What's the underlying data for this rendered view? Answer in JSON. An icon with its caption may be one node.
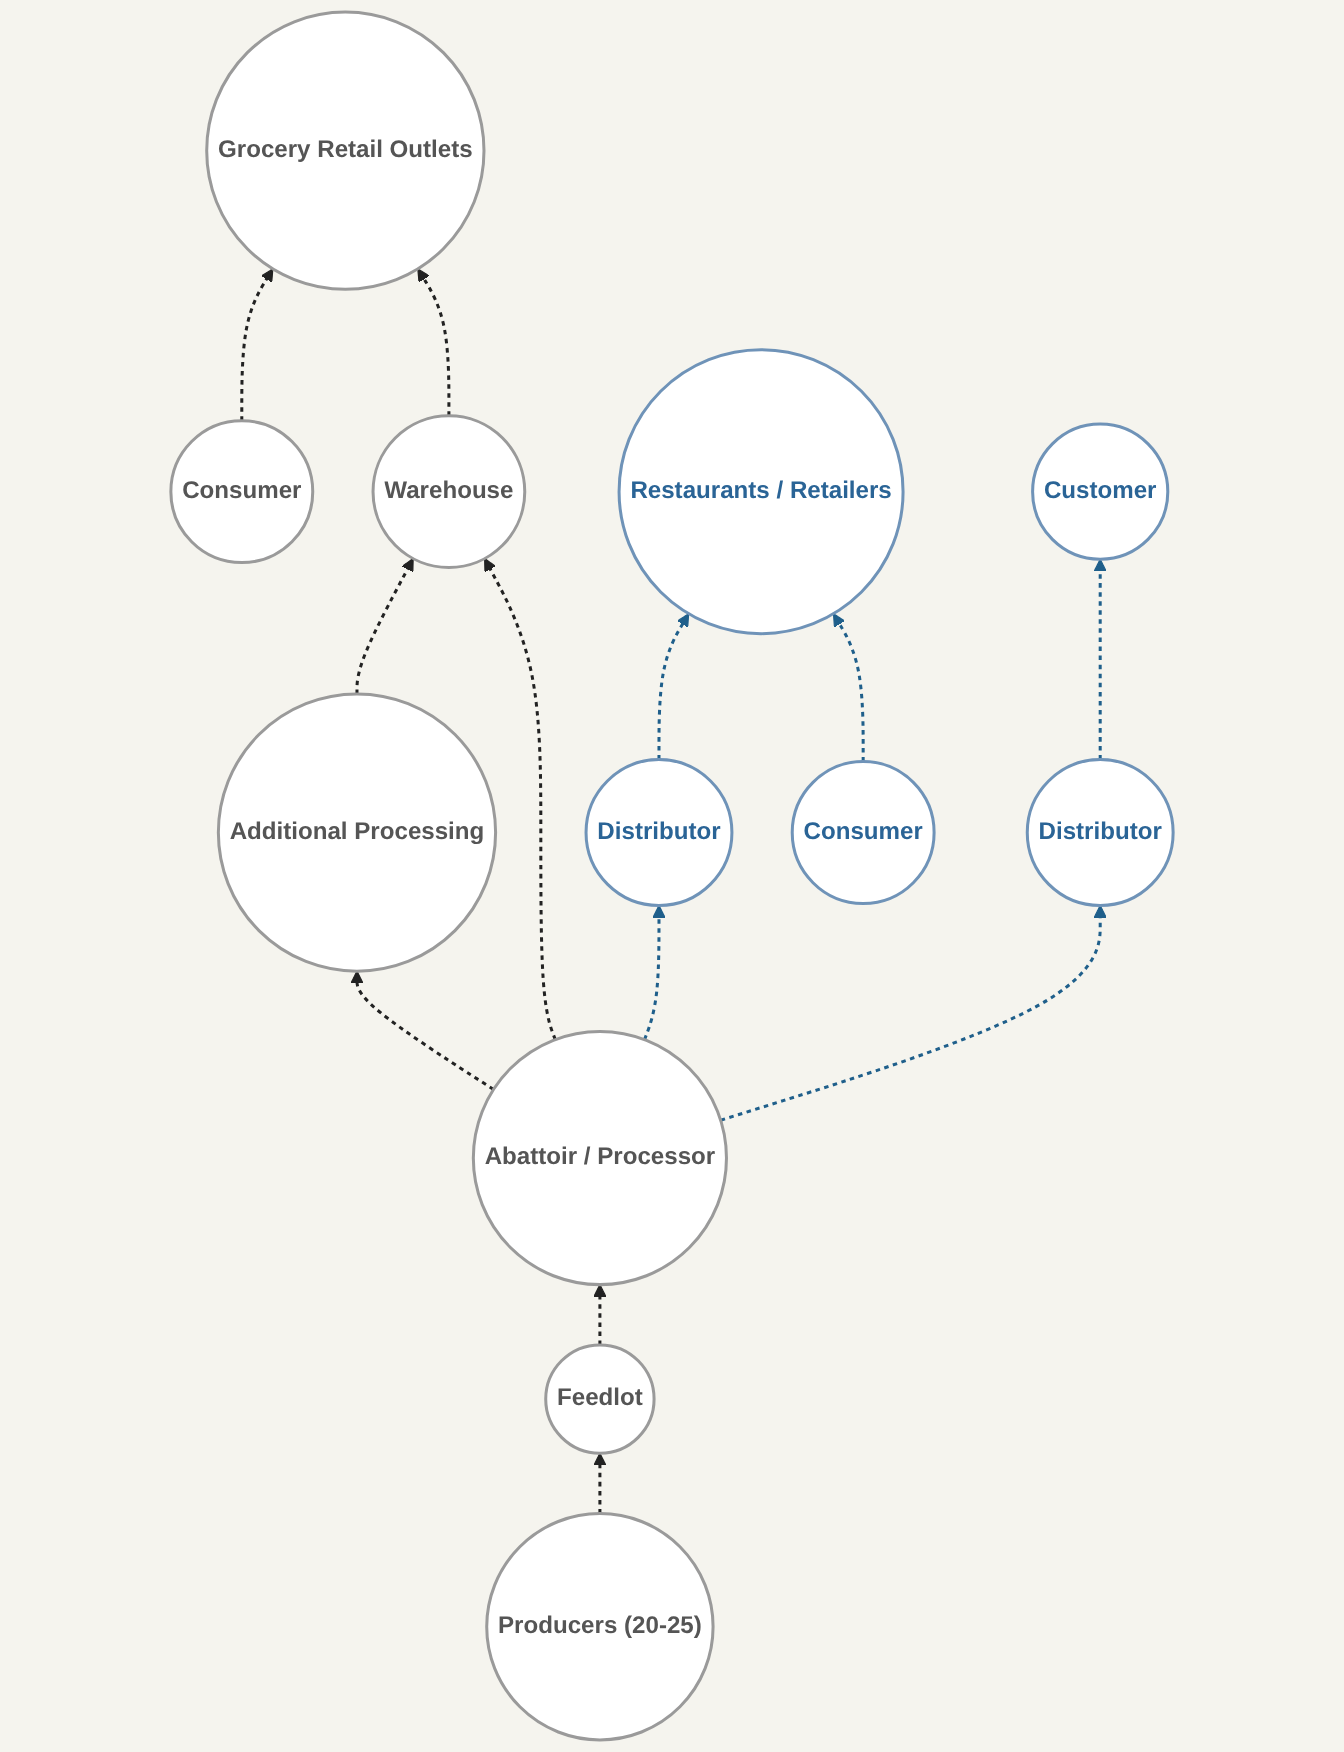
{
  "diagram": {
    "nodes": [
      {
        "text": [
          "Consumer"
        ]
      },
      {
        "text": [
          "Grocery Retail Outlets"
        ]
      },
      {
        "text": [
          "Warehouse"
        ]
      },
      {
        "text": [
          "Additional Processing"
        ]
      },
      {
        "text": [
          "Distributor"
        ]
      },
      {
        "text": [
          "Consumer"
        ]
      },
      {
        "text": [
          "Abattoir / Processor"
        ]
      },
      {
        "text": [
          "Restaurants / Retailers"
        ]
      },
      {
        "text": [
          "Feedlot"
        ]
      },
      {
        "text": [
          "Distributor"
        ]
      },
      {
        "text": [
          "Customer"
        ]
      },
      {
        "text": [
          "Producers (20-25)"
        ]
      }
    ],
    "edges": [
      {
        "from": 0,
        "to": 1,
        "arrow": "to",
        "style": "dashed"
      },
      {
        "from": 2,
        "to": 1,
        "arrow": "to",
        "style": "dashed"
      },
      {
        "from": 3,
        "to": 2,
        "arrow": "to",
        "style": "dashed"
      },
      {
        "from": 6,
        "to": 3,
        "arrow": "to",
        "style": "dashed"
      },
      {
        "from": 6,
        "to": 2,
        "arrow": "to",
        "style": "dashed"
      },
      {
        "from": 6,
        "to": 4,
        "arrow": "to",
        "style": "dashed",
        "color": "#1f5f8b"
      },
      {
        "from": 4,
        "to": 7,
        "arrow": "to",
        "style": "dashed",
        "color": "#1f5f8b"
      },
      {
        "from": 5,
        "to": 7,
        "arrow": "to",
        "style": "dashed",
        "color": "#1f5f8b"
      },
      {
        "from": 6,
        "to": 9,
        "arrow": "to",
        "style": "dashed",
        "color": "#1f5f8b"
      },
      {
        "from": 9,
        "to": 10,
        "arrow": "to",
        "style": "dashed",
        "color": "#1f5f8b"
      },
      {
        "from": 8,
        "to": 6,
        "arrow": "to",
        "style": "dashed"
      },
      {
        "from": 11,
        "to": 8,
        "arrow": "to",
        "style": "dashed"
      }
    ]
  }
}
